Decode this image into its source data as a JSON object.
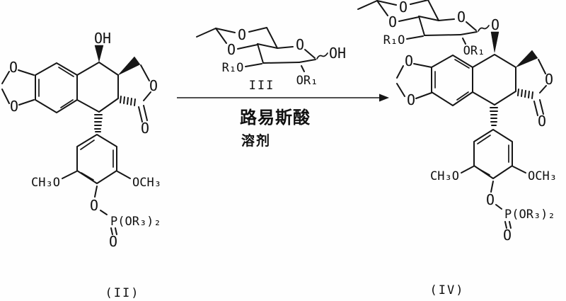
{
  "reaction": {
    "reactant_II": {
      "label": "(II)",
      "hydroxyl": "OH",
      "dioxole_o_top": "O",
      "dioxole_o_bottom": "O",
      "lactone_o": "O",
      "lactone_carbonyl_o": "O",
      "methoxy_left": "CH₃O",
      "methoxy_right": "OCH₃",
      "phosphate_bridge_o": "O",
      "phosphate_group": "P(OR₃)₂",
      "phosphate_double_bond_o": "O"
    },
    "reagent_III": {
      "label": "III",
      "acetal_o_top": "O",
      "acetal_o_side": "O",
      "c3_group": "R₁O",
      "pyranose_o": "O",
      "anomeric_oh": "OH",
      "c2_group": "OR₁"
    },
    "conditions": {
      "reagent_text": "路易斯酸",
      "solvent_text": "溶剂"
    },
    "product_IV": {
      "label": "(IV)",
      "sugar": {
        "acetal_o_top": "O",
        "acetal_o_side": "O",
        "c3_group": "R₁O",
        "pyranose_o": "O",
        "glycosidic_o": "O",
        "c2_group": "OR₁"
      },
      "aglycone": {
        "dioxole_o_top": "O",
        "dioxole_o_bottom": "O",
        "lactone_o": "O",
        "lactone_carbonyl_o": "O",
        "methoxy_left": "CH₃O",
        "methoxy_right": "OCH₃",
        "phosphate_bridge_o": "O",
        "phosphate_group": "P(OR₃)₂",
        "phosphate_double_bond_o": "O"
      }
    }
  }
}
